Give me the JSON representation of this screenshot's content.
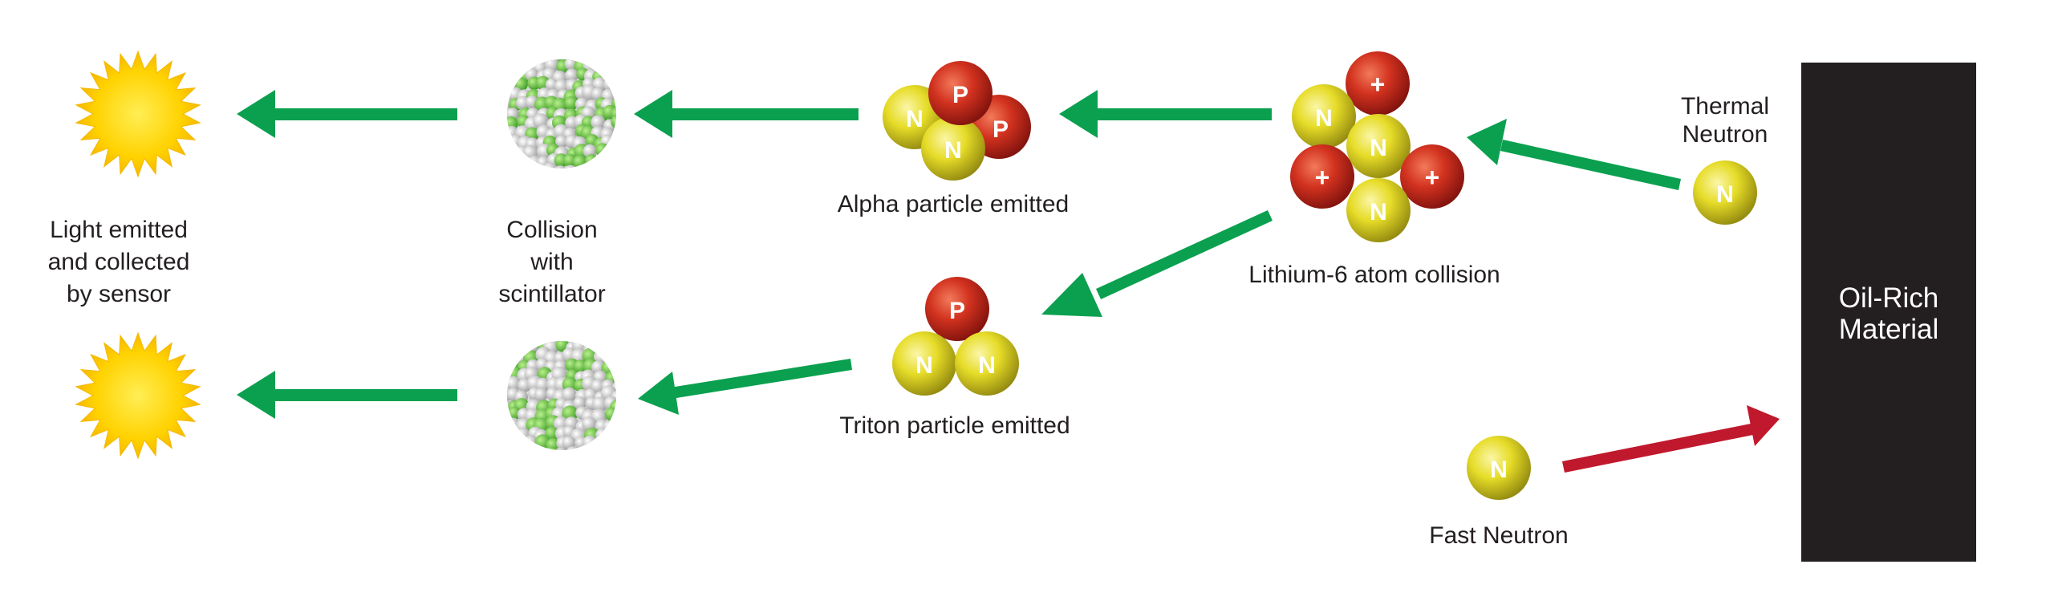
{
  "labels": {
    "light": [
      "Light emitted",
      "and collected",
      "by sensor"
    ],
    "collision": [
      "Collision",
      "with",
      "scintillator"
    ],
    "alpha": "Alpha particle emitted",
    "triton": "Triton particle emitted",
    "lithium": "Lithium-6 atom collision",
    "thermal": [
      "Thermal",
      "Neutron"
    ],
    "fast": "Fast Neutron",
    "material": [
      "Oil-Rich",
      "Material"
    ]
  },
  "particles": {
    "neutron": "N",
    "proton": "P",
    "positive": "+"
  },
  "colors": {
    "green_arrow": "#0aa04f",
    "red_arrow": "#c0192d",
    "neutron_light": "#f6ee6a",
    "neutron_dark": "#9a8f12",
    "proton_light": "#ee5a3c",
    "proton_dark": "#8f1410",
    "sun": "#ffd500",
    "block": "#231f20"
  }
}
